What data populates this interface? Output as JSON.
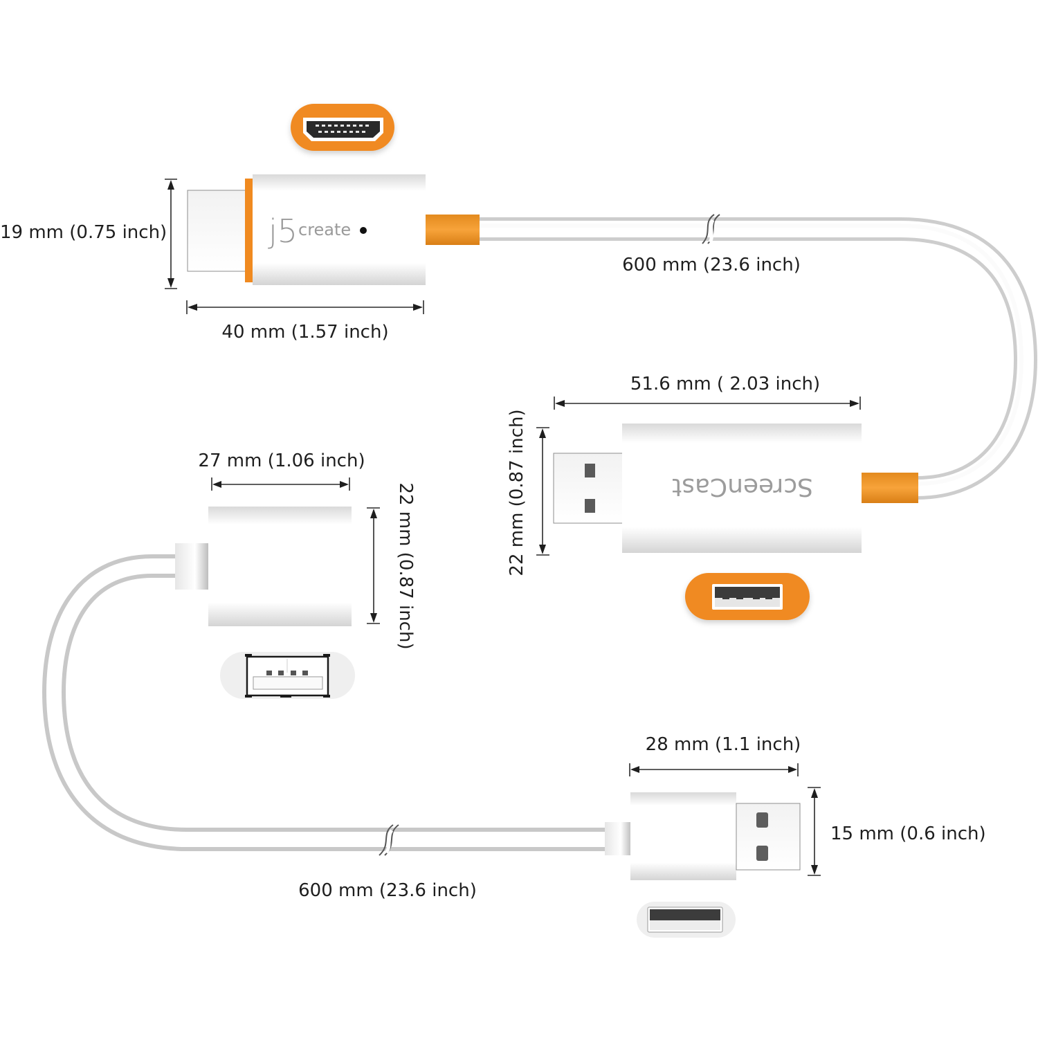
{
  "title": "j5create ScreenCast HDMI to USB cable dimensions",
  "colors": {
    "accent_orange": "#f28a22",
    "accent_orange_dark": "#e07d1a",
    "body_white": "#ffffff",
    "body_shade": "#d6d6d6",
    "text_dark": "#1e1e1e",
    "logo_gray": "#9a9a9a"
  },
  "hdmi_connector": {
    "logo_j5": "j5",
    "logo_create": "create",
    "height_label": "19 mm (0.75 inch)",
    "length_label": "40 mm (1.57 inch)",
    "port_icon": "hdmi-port-icon"
  },
  "cable_top": {
    "length_label": "600 mm (23.6 inch)"
  },
  "screencast_dongle": {
    "brand_label": "ScreenCast",
    "length_label": "51.6 mm ( 2.03 inch)",
    "height_label": "22 mm (0.87 inch)",
    "port_icon": "usb-a-port-icon"
  },
  "usb_female_end": {
    "width_label": "27 mm (1.06 inch)",
    "height_label": "22 mm (0.87 inch)",
    "port_icon": "usb-a-female-port-icon"
  },
  "cable_bottom": {
    "length_label": "600 mm (23.6 inch)"
  },
  "usb_male_end": {
    "length_label": "28 mm (1.1 inch)",
    "height_label": "15 mm (0.6 inch)",
    "port_icon": "usb-a-port-icon"
  }
}
